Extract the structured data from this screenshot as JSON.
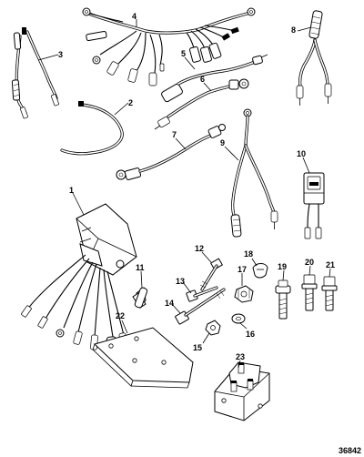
{
  "diagram": {
    "callouts": [
      "1",
      "2",
      "3",
      "4",
      "5",
      "6",
      "7",
      "8",
      "9",
      "10",
      "11",
      "12",
      "13",
      "14",
      "15",
      "16",
      "17",
      "18",
      "19",
      "20",
      "21",
      "22",
      "23"
    ],
    "reference_number": "36842"
  }
}
